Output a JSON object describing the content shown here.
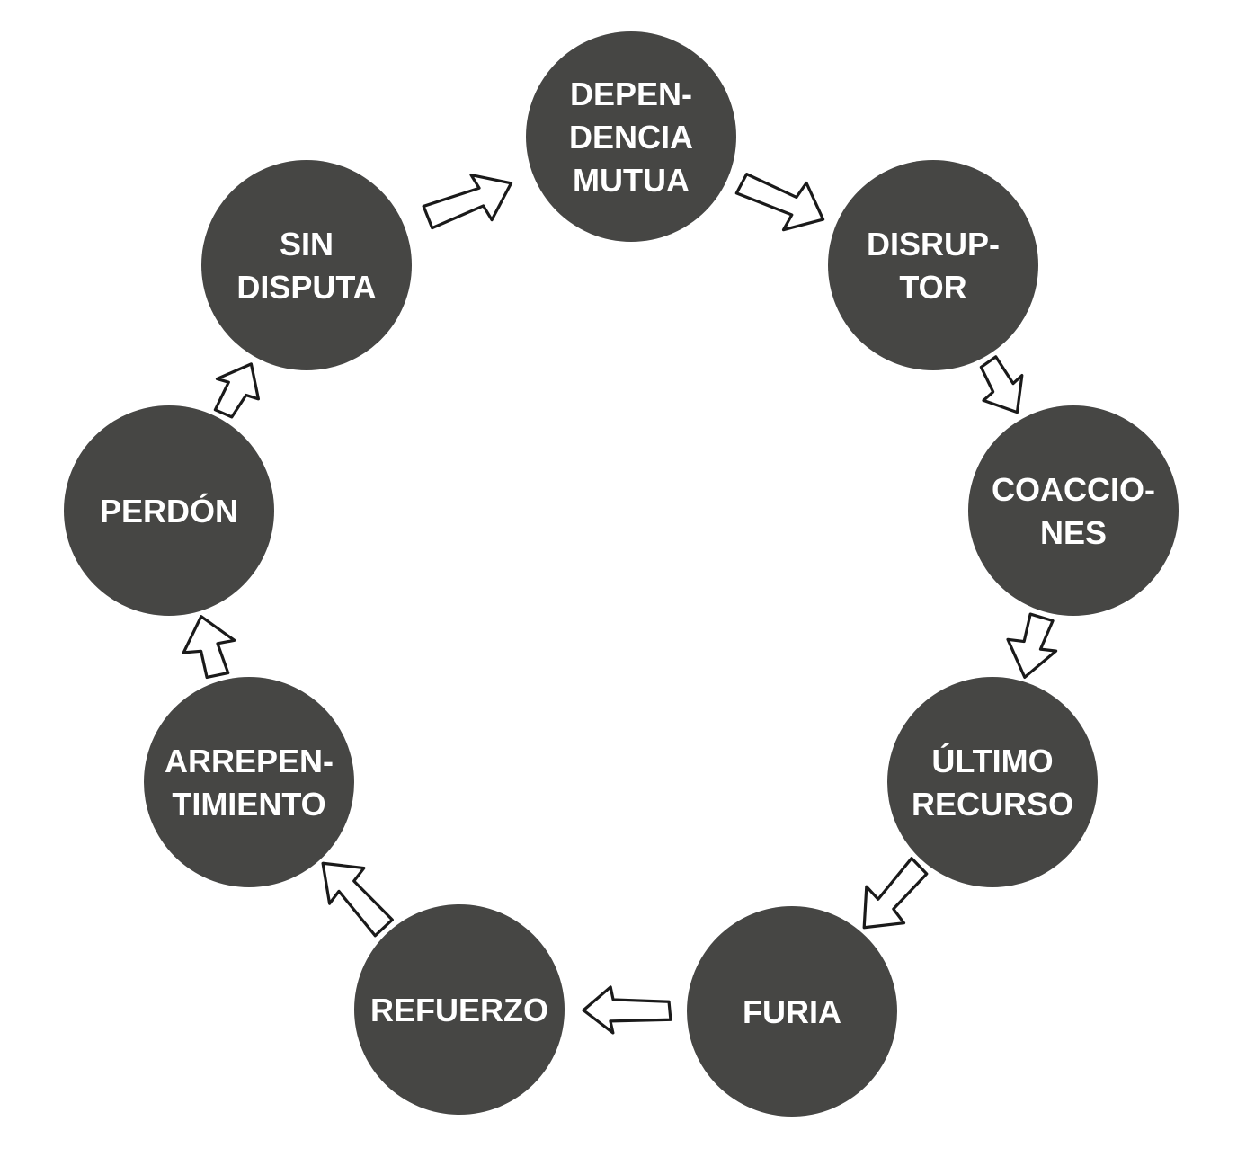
{
  "diagram": {
    "type": "cycle",
    "colors": {
      "node_fill": "#464644",
      "node_text": "#ffffff",
      "arrow_fill": "#ffffff",
      "arrow_stroke": "#1a1a1a"
    },
    "nodes": [
      {
        "id": "dependencia-mutua",
        "lines": [
          "DEPEN-",
          "DENCIA",
          "MUTUA"
        ]
      },
      {
        "id": "disruptor",
        "lines": [
          "DISRUP-",
          "TOR"
        ]
      },
      {
        "id": "coacciones",
        "lines": [
          "COACCIO-",
          "NES"
        ]
      },
      {
        "id": "ultimo-recurso",
        "lines": [
          "ÚLTIMO",
          "RECURSO"
        ]
      },
      {
        "id": "furia",
        "lines": [
          "FURIA"
        ]
      },
      {
        "id": "refuerzo",
        "lines": [
          "REFUERZO"
        ]
      },
      {
        "id": "arrepentimiento",
        "lines": [
          "ARREPEN-",
          "TIMIENTO"
        ]
      },
      {
        "id": "perdon",
        "lines": [
          "PERDÓN"
        ]
      },
      {
        "id": "sin-disputa",
        "lines": [
          "SIN",
          "DISPUTA"
        ]
      }
    ],
    "edges": [
      {
        "from": "dependencia-mutua",
        "to": "disruptor"
      },
      {
        "from": "disruptor",
        "to": "coacciones"
      },
      {
        "from": "coacciones",
        "to": "ultimo-recurso"
      },
      {
        "from": "ultimo-recurso",
        "to": "furia"
      },
      {
        "from": "furia",
        "to": "refuerzo"
      },
      {
        "from": "refuerzo",
        "to": "arrepentimiento"
      },
      {
        "from": "arrepentimiento",
        "to": "perdon"
      },
      {
        "from": "perdon",
        "to": "sin-disputa"
      },
      {
        "from": "sin-disputa",
        "to": "dependencia-mutua"
      }
    ]
  }
}
